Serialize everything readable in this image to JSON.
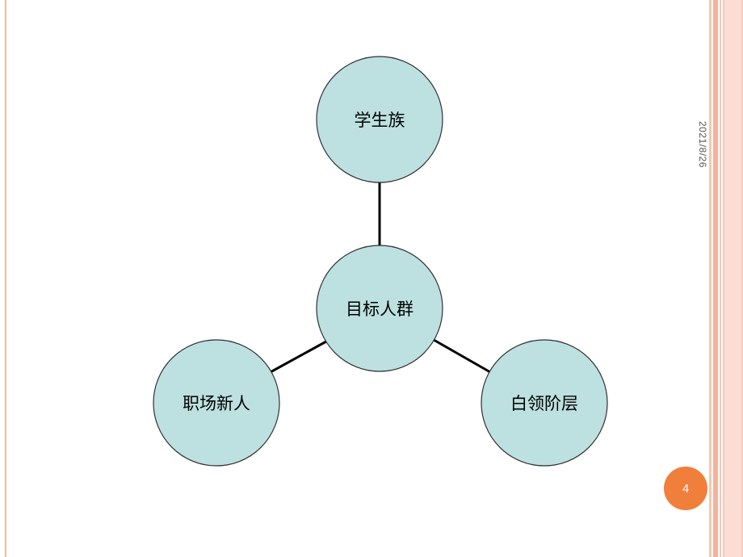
{
  "slide": {
    "date": "2021/8/26",
    "page_number": "4"
  },
  "diagram": {
    "center": {
      "label": "目标人群"
    },
    "nodes": [
      {
        "id": "students",
        "label": "学生族"
      },
      {
        "id": "new-employees",
        "label": "职场新人"
      },
      {
        "id": "white-collar",
        "label": "白领阶层"
      }
    ]
  },
  "colors": {
    "node_fill": "#bde0e1",
    "node_stroke": "#303030",
    "connector": "#000000",
    "accent": "#f07f3c",
    "border": "#f4b9a2"
  }
}
